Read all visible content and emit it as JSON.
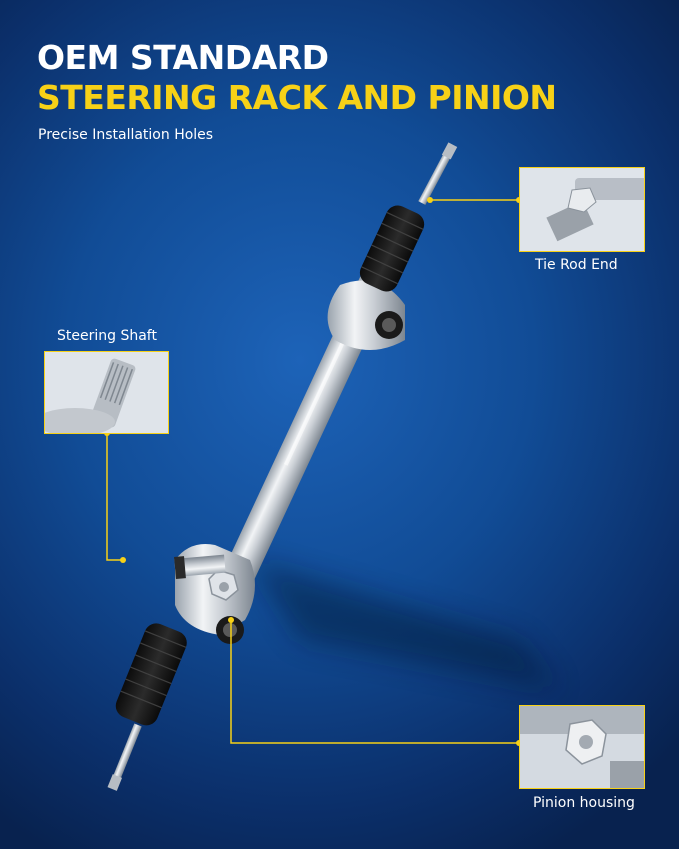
{
  "header": {
    "title_line1": "OEM STANDARD",
    "title_line2": "STEERING RACK AND PINION",
    "subtitle": "Precise Installation Holes"
  },
  "callouts": {
    "tie_rod_end": "Tie Rod End",
    "steering_shaft": "Steering Shaft",
    "pinion_housing": "Pinion housing"
  },
  "colors": {
    "background": "#114c96",
    "accent_yellow": "#f7d117",
    "text_white": "#ffffff"
  }
}
